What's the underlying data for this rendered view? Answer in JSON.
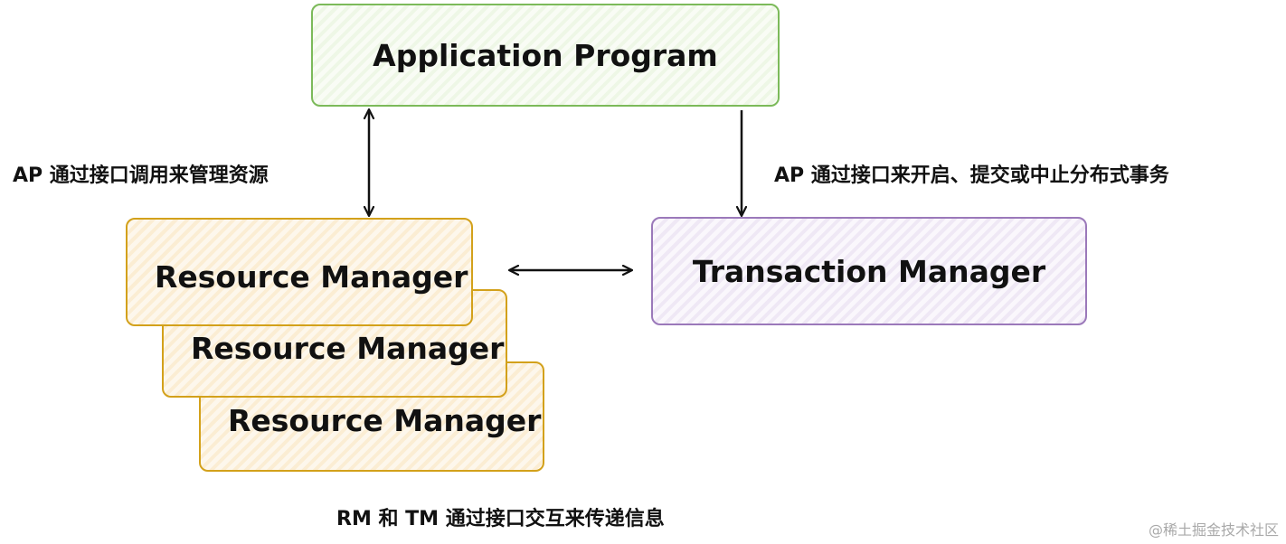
{
  "boxes": {
    "application_program": "Application Program",
    "transaction_manager": "Transaction Manager",
    "resource_manager": [
      "Resource Manager",
      "Resource Manager",
      "Resource Manager"
    ]
  },
  "labels": {
    "ap_rm": "AP 通过接口调用来管理资源",
    "ap_tm": "AP 通过接口来开启、提交或中止分布式事务",
    "rm_tm": "RM 和 TM 通过接口交互来传递信息"
  },
  "watermark": "@稀土掘金技术社区",
  "colors": {
    "ap_border": "#7cba5a",
    "tm_border": "#9b79ba",
    "rm_border": "#d3a11b",
    "arrow": "#111111"
  }
}
